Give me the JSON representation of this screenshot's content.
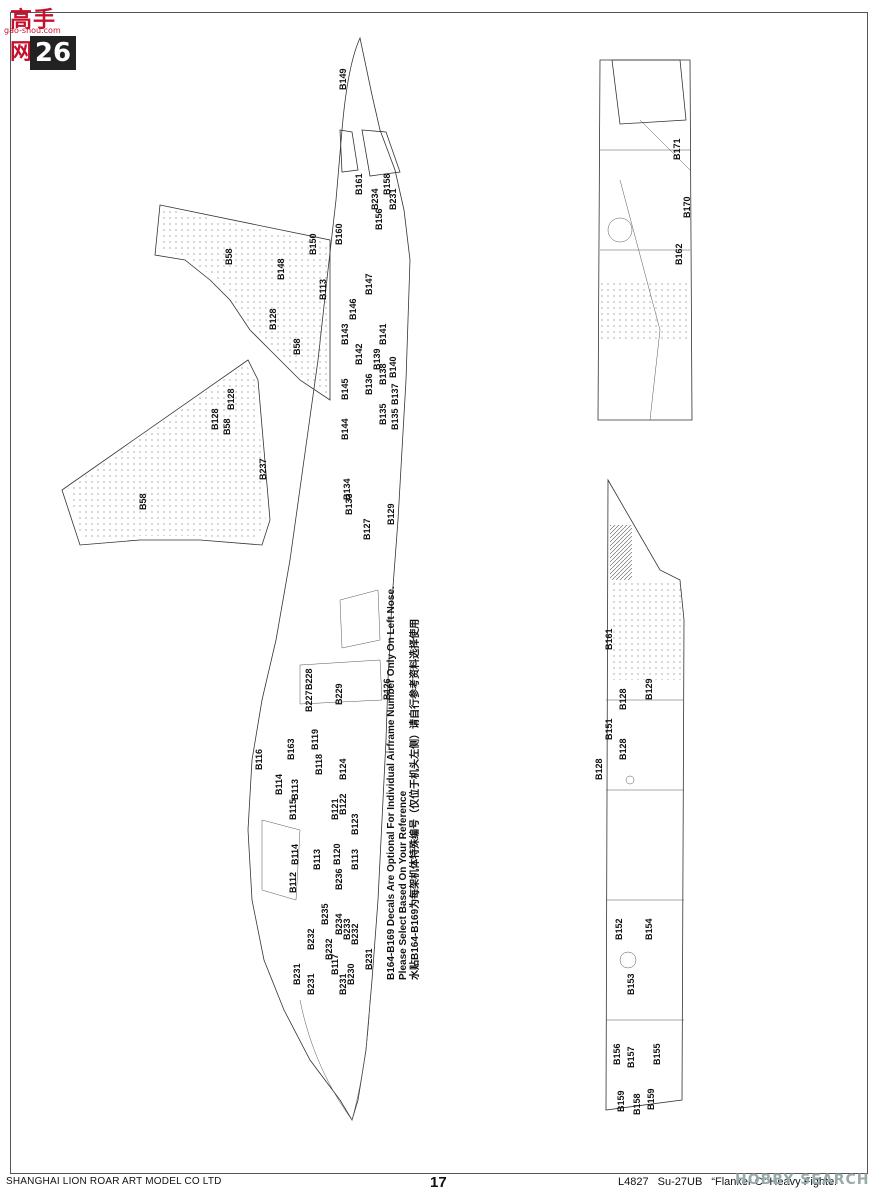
{
  "header": {
    "logo_text": "高手网",
    "logo_sub": "gao-shou.com",
    "step_number": "26"
  },
  "note": {
    "line1": "B164-B169 Decals Are Optional For Individual Airframe Number Only On Left Nose.",
    "line2": "Please Select Based On Your Reference",
    "line3": "水贴B164-B169为每架机体特殊编号（仅位于机头左侧）请自行参考资料选择使用"
  },
  "footer": {
    "company": "SHANGHAI LION ROAR ART MODEL CO LTD",
    "page_number": "17",
    "kit_code": "L4827",
    "kit_name": "Su-27UB",
    "kit_nickname": "“Flanker C” Heavy Fighter",
    "watermark": "HOBBY SEARCH"
  },
  "callouts": {
    "main_view": [
      "B149",
      "B161",
      "B234",
      "B158",
      "B231",
      "B156",
      "B160",
      "B150",
      "B58",
      "B148",
      "B113",
      "B147",
      "B146",
      "B128",
      "B143",
      "B141",
      "B58",
      "B142",
      "B139",
      "B140",
      "B138",
      "B136",
      "B145",
      "B137",
      "B135",
      "B135",
      "B144",
      "B128",
      "B58",
      "B128",
      "B237",
      "B58",
      "B134",
      "B133",
      "B129",
      "B127",
      "B126",
      "B228",
      "B229",
      "B227",
      "B163",
      "B119",
      "B116",
      "B118",
      "B124",
      "B114",
      "B113",
      "B122",
      "B115",
      "B123",
      "B121",
      "B114",
      "B113",
      "B120",
      "B112",
      "B236",
      "B235",
      "B234",
      "B233",
      "B232",
      "B231",
      "B232",
      "B232",
      "B231",
      "B231",
      "B117",
      "B230",
      "B231",
      "B113"
    ],
    "top_right_view": [
      "B171",
      "B170",
      "B162"
    ],
    "bottom_right_view": [
      "B161",
      "B129",
      "B128",
      "B151",
      "B128",
      "B128",
      "B152",
      "B154",
      "B153",
      "B156",
      "B157",
      "B155",
      "B159",
      "B158",
      "B159"
    ]
  },
  "colors": {
    "logo_red": "#c8102e",
    "badge": "#222222",
    "line": "#333333"
  }
}
